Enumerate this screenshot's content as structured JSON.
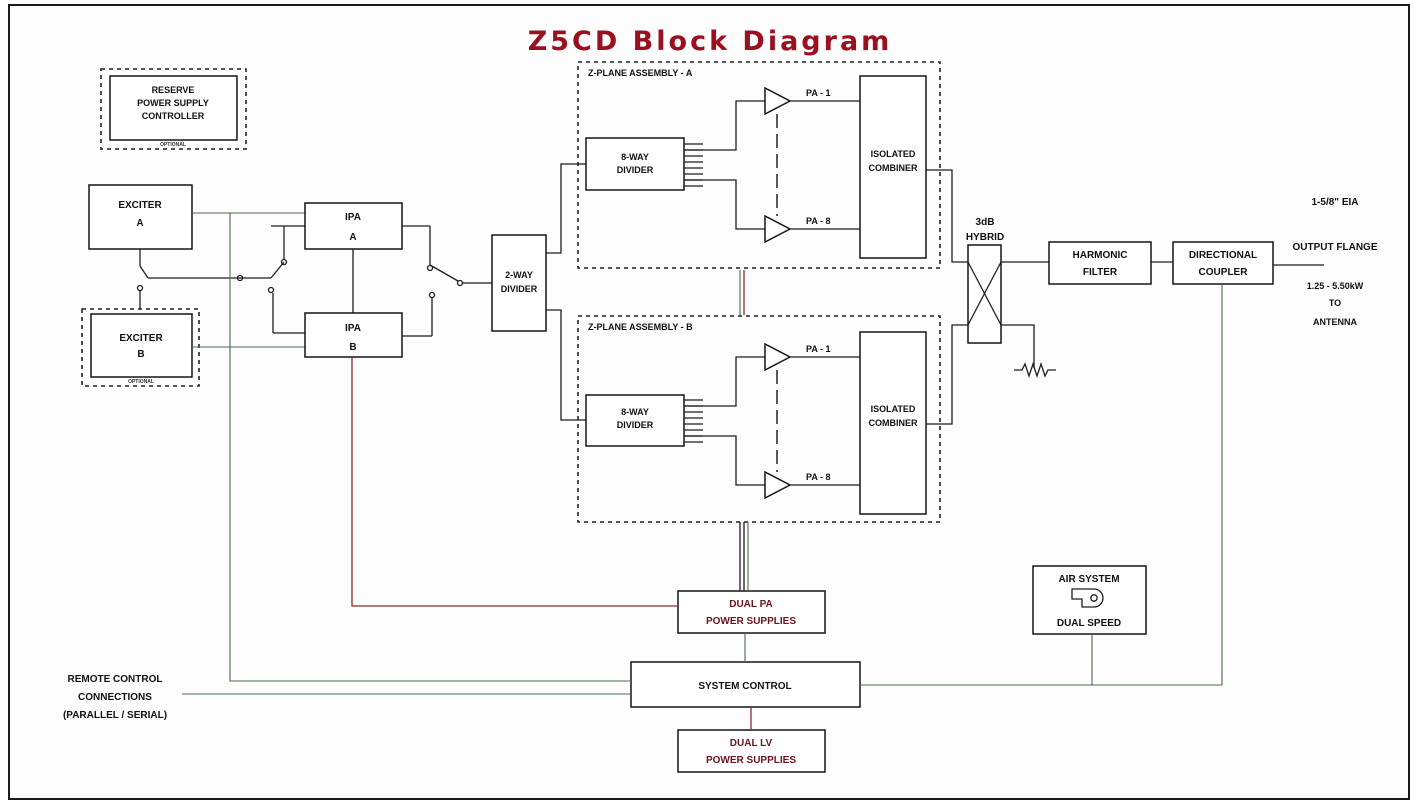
{
  "title": "Z5CD Block Diagram",
  "reserve": {
    "line1": "RESERVE",
    "line2": "POWER SUPPLY",
    "line3": "CONTROLLER",
    "optional": "OPTIONAL"
  },
  "exciter_a": {
    "line1": "EXCITER",
    "line2": "A"
  },
  "exciter_b": {
    "line1": "EXCITER",
    "line2": "B",
    "optional": "OPTIONAL"
  },
  "ipa_a": {
    "line1": "IPA",
    "line2": "A"
  },
  "ipa_b": {
    "line1": "IPA",
    "line2": "B"
  },
  "two_way": {
    "line1": "2-WAY",
    "line2": "DIVIDER"
  },
  "zplane_a": {
    "label": "Z-PLANE ASSEMBLY - A",
    "divider_line1": "8-WAY",
    "divider_line2": "DIVIDER",
    "pa_top": "PA - 1",
    "pa_bottom": "PA - 8",
    "combiner_line1": "ISOLATED",
    "combiner_line2": "COMBINER"
  },
  "zplane_b": {
    "label": "Z-PLANE ASSEMBLY - B",
    "divider_line1": "8-WAY",
    "divider_line2": "DIVIDER",
    "pa_top": "PA - 1",
    "pa_bottom": "PA - 8",
    "combiner_line1": "ISOLATED",
    "combiner_line2": "COMBINER"
  },
  "hybrid": {
    "line1": "3dB",
    "line2": "HYBRID"
  },
  "harmonic": {
    "line1": "HARMONIC",
    "line2": "FILTER"
  },
  "directional": {
    "line1": "DIRECTIONAL",
    "line2": "COUPLER"
  },
  "output": {
    "line1": "1-5/8\" EIA",
    "line2": "OUTPUT FLANGE",
    "line3": "1.25 - 5.50kW",
    "line4": "TO",
    "line5": "ANTENNA"
  },
  "air_system": {
    "line1": "AIR SYSTEM",
    "line2": "DUAL SPEED"
  },
  "dual_pa": {
    "line1": "DUAL  PA",
    "line2": "POWER SUPPLIES"
  },
  "system_control": {
    "label": "SYSTEM CONTROL"
  },
  "dual_lv": {
    "line1": "DUAL LV",
    "line2": "POWER SUPPLIES"
  },
  "remote": {
    "line1": "REMOTE CONTROL",
    "line2": "CONNECTIONS",
    "line3": "(PARALLEL / SERIAL)"
  }
}
